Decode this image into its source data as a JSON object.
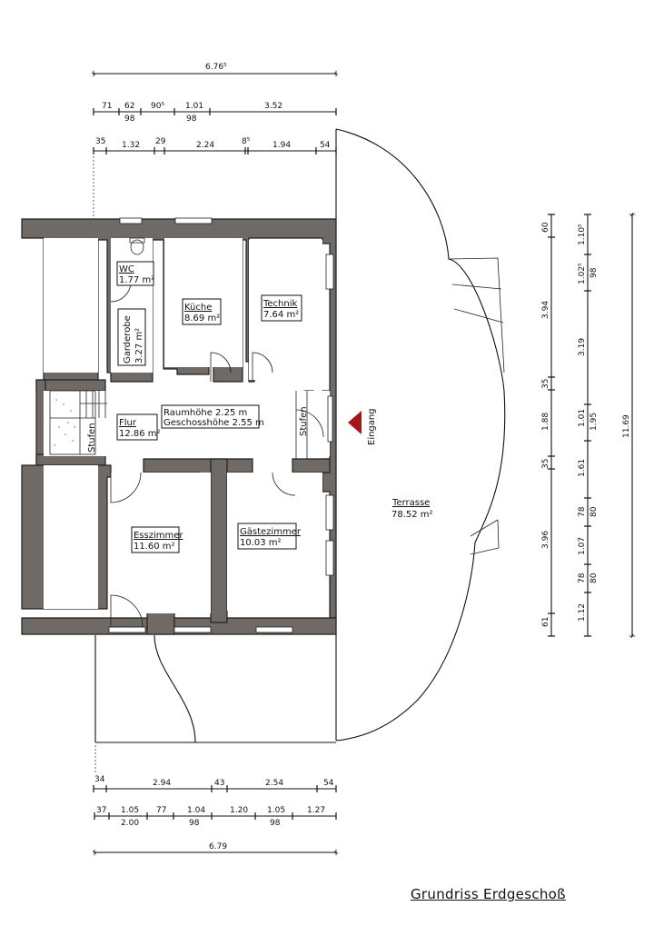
{
  "title": "Grundriss Erdgeschoß",
  "colors": {
    "wall_fill": "#6f6a66",
    "entrance_marker": "#a3161a",
    "line": "#111111"
  },
  "dimensions_top": {
    "overall": "6.76⁵",
    "row2": [
      {
        "value": "71"
      },
      {
        "value": "62",
        "sub": "98"
      },
      {
        "value": "90⁵"
      },
      {
        "value": "1.01",
        "sub": "98"
      },
      {
        "value": "3.52"
      }
    ],
    "row3": [
      "35",
      "1.32",
      "29",
      "2.24",
      "8⁵",
      "1.94",
      "54"
    ]
  },
  "dimensions_bottom": {
    "row1": [
      "34",
      "2.94",
      "43",
      "2.54",
      "54"
    ],
    "row2": [
      {
        "value": "37"
      },
      {
        "value": "1.05",
        "sub": "2.00"
      },
      {
        "value": "77"
      },
      {
        "value": "1.04",
        "sub": "98"
      },
      {
        "value": "1.20"
      },
      {
        "value": "1.05",
        "sub": "98"
      },
      {
        "value": "1.27"
      }
    ],
    "overall": "6.79"
  },
  "dimensions_right": {
    "col1": [
      "60",
      "3.94",
      "35",
      "1.88",
      "35",
      "3.96",
      "61"
    ],
    "col2": [
      {
        "value": "1.10⁵"
      },
      {
        "value": "1.02⁵",
        "sub": "98"
      },
      {
        "value": "3.19"
      },
      {
        "value": "1.01",
        "sub": "1.95"
      },
      {
        "value": "1.61"
      },
      {
        "value": "78",
        "sub": "80"
      },
      {
        "value": "1.07"
      },
      {
        "value": "78",
        "sub": "80"
      },
      {
        "value": "1.12"
      }
    ],
    "overall": "11.69"
  },
  "rooms": {
    "wc": {
      "name": "WC",
      "area": "1.77 m²"
    },
    "garderobe": {
      "name": "Garderobe",
      "area": "3.27 m²"
    },
    "kueche": {
      "name": "Küche",
      "area": "8.69 m²"
    },
    "technik": {
      "name": "Technik",
      "area": "7.64 m²"
    },
    "flur": {
      "name": "Flur",
      "area": "12.86 m²"
    },
    "esszimmer": {
      "name": "Esszimmer",
      "area": "11.60 m²"
    },
    "gaestezimmer": {
      "name": "Gästezimmer",
      "area": "10.03 m²"
    },
    "terrasse": {
      "name": "Terrasse",
      "area": "78.52 m²"
    }
  },
  "heights": {
    "raumhoehe": "Raumhöhe 2.25 m",
    "geschosshoehe": "Geschosshöhe 2.55 m"
  },
  "labels": {
    "stufen_left": "Stufen",
    "stufen_right": "Stufen",
    "eingang": "Eingang"
  }
}
